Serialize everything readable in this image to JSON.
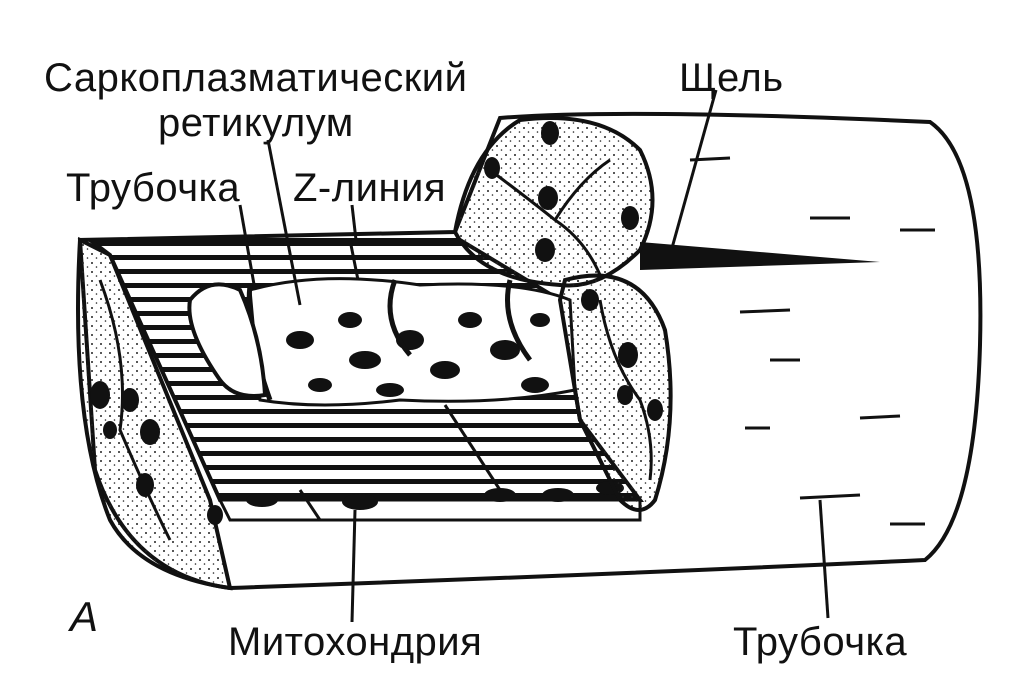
{
  "figure": {
    "panel_letter": "А",
    "labels": {
      "sarcoplasmic_reticulum_line1": "Саркоплазматический",
      "sarcoplasmic_reticulum_line2": "ретикулум",
      "tubule_top": "Трубочка",
      "z_line": "Z-линия",
      "gap": "Щель",
      "mitochondria": "Митохондрия",
      "tubule_bottom": "Трубочка"
    }
  },
  "colors": {
    "ink": "#111111",
    "paper": "#ffffff",
    "stipple": "#222222"
  }
}
